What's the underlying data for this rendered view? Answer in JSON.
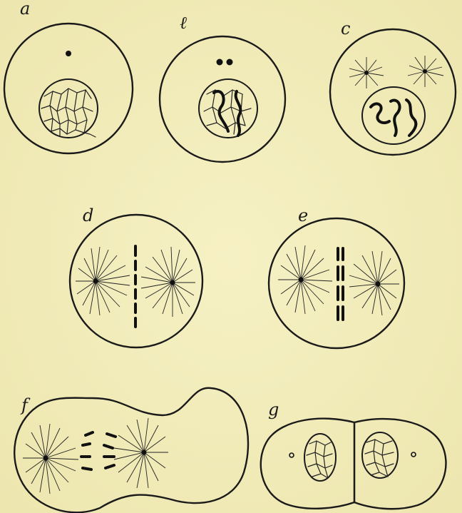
{
  "figure": {
    "panels": [
      {
        "id": "a",
        "label": "a"
      },
      {
        "id": "b",
        "label": "ℓ"
      },
      {
        "id": "c",
        "label": "c"
      },
      {
        "id": "d",
        "label": "d"
      },
      {
        "id": "e",
        "label": "e"
      },
      {
        "id": "f",
        "label": "f"
      },
      {
        "id": "g",
        "label": "g"
      }
    ]
  }
}
